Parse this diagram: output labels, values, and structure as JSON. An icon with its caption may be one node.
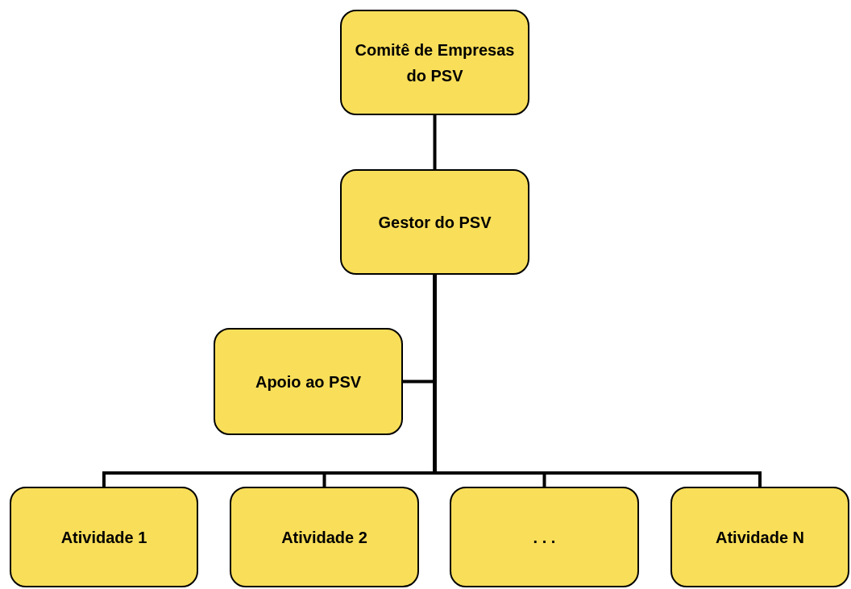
{
  "diagram": {
    "nodes": [
      {
        "text": [
          "Comitê de Empresas do PSV"
        ]
      },
      {
        "text": [
          "Gestor do PSV"
        ]
      },
      {
        "text": [
          "Apoio ao PSV"
        ]
      },
      {
        "text": [
          "Atividade 1"
        ]
      },
      {
        "text": [
          "Atividade 2"
        ]
      },
      {
        "text": [
          ". . ."
        ]
      },
      {
        "text": [
          "Atividade N"
        ]
      }
    ],
    "edges": [
      {
        "from": 0,
        "to": 1,
        "arrow": "none"
      },
      {
        "from": 1,
        "to": 2,
        "arrow": "none"
      },
      {
        "from": 1,
        "to": 3,
        "arrow": "none"
      },
      {
        "from": 1,
        "to": 4,
        "arrow": "none"
      },
      {
        "from": 1,
        "to": 5,
        "arrow": "none"
      },
      {
        "from": 1,
        "to": 6,
        "arrow": "none"
      }
    ]
  }
}
